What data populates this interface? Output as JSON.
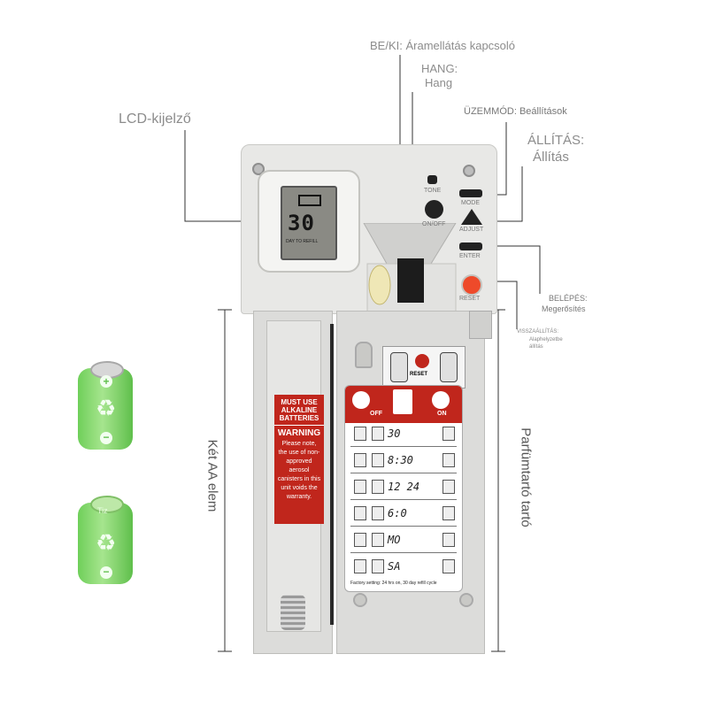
{
  "callouts": {
    "power": "BE/KI: Áramellátás kapcsoló",
    "sound_title": "HANG:",
    "sound_desc": "Hang",
    "lcd": "LCD-kijelző",
    "mode": "ÜZEMMÓD: Beállítások",
    "adjust_title": "ÁLLÍTÁS:",
    "adjust_desc": "Állítás",
    "enter_title": "BELÉPÉS:",
    "enter_desc": "Megerősítés",
    "reset_title": "VISSZAÁLLÍTÁS:",
    "reset_desc1": "Alaphelyzetbe",
    "reset_desc2": "állítás",
    "batteries": "Két AA elem",
    "holder": "Parfümtartó tartó"
  },
  "device": {
    "lcd_value": "30",
    "lcd_caption": "DAY TO REFILL",
    "key_tone": "TONE",
    "key_onoff": "ON/OFF",
    "key_mode": "MODE",
    "key_adjust": "ADJUST",
    "key_enter": "ENTER",
    "key_reset": "RESET",
    "warning_must": "MUST USE ALKALINE BATTERIES",
    "warning_title": "WARNING",
    "warning_text": "Please note, the use of non-approved aerosol canisters in this unit voids the warranty.",
    "sticker_reset": "RESET",
    "sticker_off": "OFF",
    "sticker_on": "ON",
    "sticker_rows": [
      "30",
      "8:30",
      "12 24",
      "6:0",
      "MO",
      "SA"
    ],
    "sticker_footer": "Factory setting: 24 hrs on, 30 day refill cycle"
  },
  "battery2_label": "Tiz"
}
